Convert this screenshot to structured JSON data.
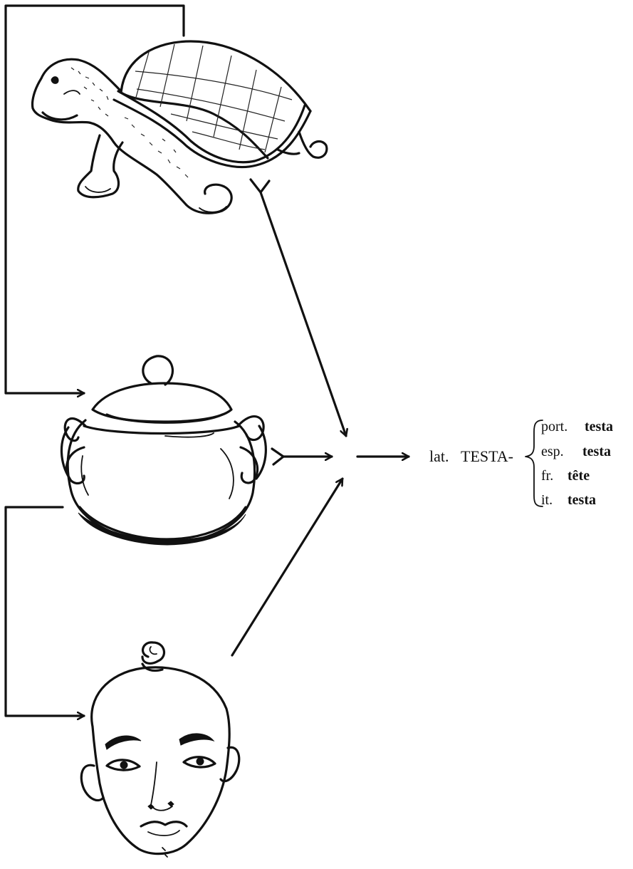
{
  "etymon": {
    "lang": "lat.",
    "word": "TESTA-"
  },
  "images": [
    {
      "icon": "turtle-icon"
    },
    {
      "icon": "pot-icon"
    },
    {
      "icon": "head-icon"
    }
  ],
  "reflexes": [
    {
      "lang": "port.",
      "word": "testa"
    },
    {
      "lang": "esp.",
      "word": "testa"
    },
    {
      "lang": "fr.",
      "word": "tête"
    },
    {
      "lang": "it.",
      "word": "testa"
    }
  ]
}
